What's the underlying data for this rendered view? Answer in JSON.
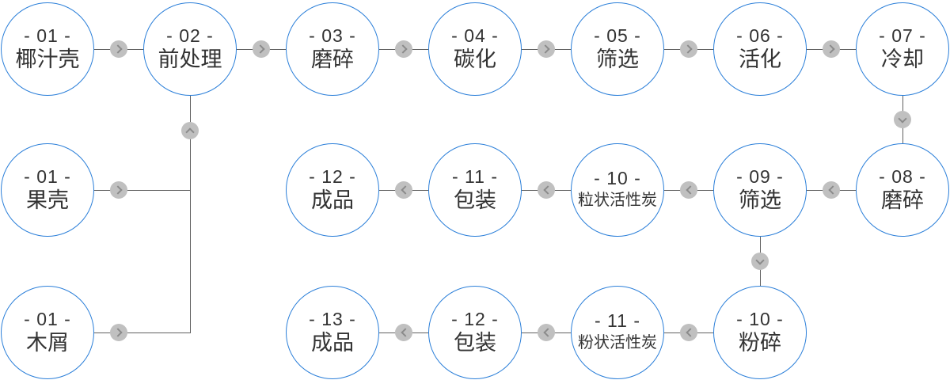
{
  "diagram": {
    "type": "process-flowchart",
    "colors": {
      "node_border": "#2b7fd9",
      "node_background": "#ffffff",
      "connector_line": "#606060",
      "arrow_badge": "#c0c0c0",
      "arrow_chevron": "#8b8b8b",
      "text": "#333333",
      "page_background": "#ffffff"
    },
    "icons": {
      "arrow_right": "›",
      "arrow_left": "‹",
      "arrow_up": "ʌ",
      "arrow_down": "v"
    },
    "nodes": [
      {
        "num": "- 01 -",
        "label": "椰汁壳"
      },
      {
        "num": "- 02 -",
        "label": "前处理"
      },
      {
        "num": "- 03 -",
        "label": "磨碎"
      },
      {
        "num": "- 04 -",
        "label": "碳化"
      },
      {
        "num": "- 05 -",
        "label": "筛选"
      },
      {
        "num": "- 06 -",
        "label": "活化"
      },
      {
        "num": "- 07 -",
        "label": "冷却"
      },
      {
        "num": "- 01 -",
        "label": "果壳"
      },
      {
        "num": "- 12 -",
        "label": "成品"
      },
      {
        "num": "- 11 -",
        "label": "包装"
      },
      {
        "num": "- 10 -",
        "label": "粒状活性炭"
      },
      {
        "num": "- 09 -",
        "label": "筛选"
      },
      {
        "num": "- 08 -",
        "label": "磨碎"
      },
      {
        "num": "- 01 -",
        "label": "木屑"
      },
      {
        "num": "- 13 -",
        "label": "成品"
      },
      {
        "num": "- 12 -",
        "label": "包装"
      },
      {
        "num": "- 11 -",
        "label": "粉状活性炭"
      },
      {
        "num": "- 10 -",
        "label": "粉碎"
      }
    ],
    "edges": [
      {
        "from": "椰汁壳",
        "to": "前处理",
        "direction": "right"
      },
      {
        "from": "前处理",
        "to": "磨碎",
        "direction": "right"
      },
      {
        "from": "磨碎",
        "to": "碳化",
        "direction": "right"
      },
      {
        "from": "碳化",
        "to": "筛选",
        "direction": "right"
      },
      {
        "from": "筛选",
        "to": "活化",
        "direction": "right"
      },
      {
        "from": "活化",
        "to": "冷却",
        "direction": "right"
      },
      {
        "from": "冷却",
        "to": "磨碎(08)",
        "direction": "down"
      },
      {
        "from": "磨碎(08)",
        "to": "筛选(09)",
        "direction": "left"
      },
      {
        "from": "筛选(09)",
        "to": "粒状活性炭",
        "direction": "left"
      },
      {
        "from": "粒状活性炭",
        "to": "包装(11)",
        "direction": "left"
      },
      {
        "from": "包装(11)",
        "to": "成品(12)",
        "direction": "left"
      },
      {
        "from": "筛选(09)",
        "to": "粉碎",
        "direction": "down"
      },
      {
        "from": "粉碎",
        "to": "粉状活性炭",
        "direction": "left"
      },
      {
        "from": "粉状活性炭",
        "to": "包装(12)",
        "direction": "left"
      },
      {
        "from": "包装(12)",
        "to": "成品(13)",
        "direction": "left"
      },
      {
        "from": "果壳",
        "to": "前处理",
        "direction": "right-then-up"
      },
      {
        "from": "木屑",
        "to": "前处理",
        "direction": "right-then-up"
      }
    ]
  }
}
